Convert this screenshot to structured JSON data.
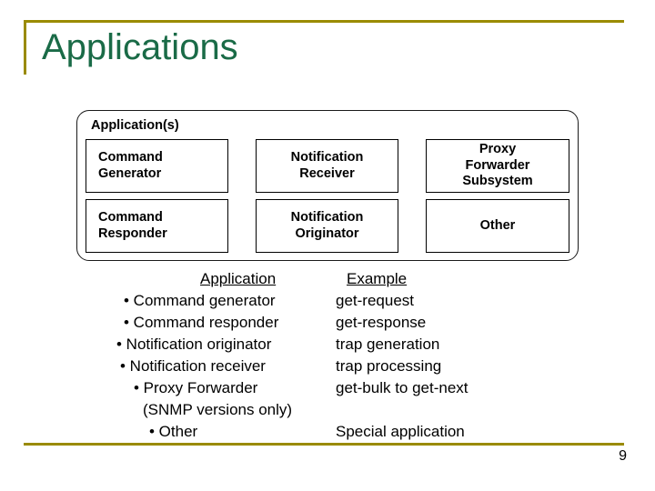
{
  "slide": {
    "title": "Applications",
    "page_number": "9",
    "accent_rule_color": "#9a8b00",
    "title_color": "#1a6b47"
  },
  "app_box": {
    "label": "Application(s)",
    "cells": [
      {
        "line1": "Command",
        "line2": "Generator",
        "align": "left"
      },
      {
        "line1": "Notification",
        "line2": "Receiver",
        "align": "center"
      },
      {
        "line1": "Proxy",
        "line2": "Forwarder",
        "line3": "Subsystem",
        "align": "center"
      },
      {
        "line1": "Command",
        "line2": "Responder",
        "align": "left"
      },
      {
        "line1": "Notification",
        "line2": "Originator",
        "align": "center"
      },
      {
        "line1": "Other",
        "line2": "",
        "align": "center"
      }
    ]
  },
  "list": {
    "header": {
      "application": "Application",
      "example": "Example"
    },
    "rows": [
      {
        "label": "• Command generator",
        "example": "get-request"
      },
      {
        "label": "• Command responder",
        "example": "get-response"
      },
      {
        "label": "• Notification originator",
        "example": "trap generation"
      },
      {
        "label": "• Notification receiver",
        "example": "trap processing"
      },
      {
        "label": "• Proxy Forwarder",
        "example": "get-bulk to get-next"
      },
      {
        "label": "(SNMP versions only)",
        "example": ""
      },
      {
        "label": "• Other",
        "example": "Special application"
      }
    ]
  }
}
